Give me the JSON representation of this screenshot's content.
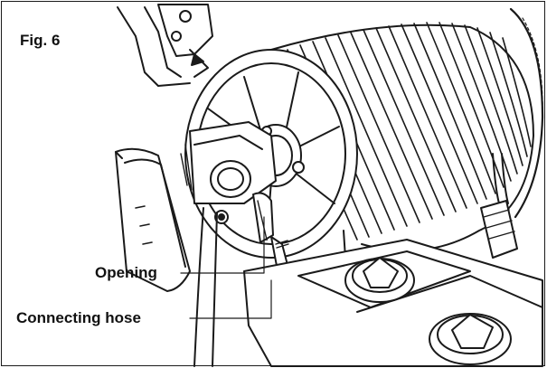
{
  "figure": {
    "label": "Fig. 6",
    "callouts": {
      "opening": "Opening",
      "hose": "Connecting hose"
    }
  },
  "colors": {
    "ink": "#111111",
    "paper": "#ffffff",
    "shade": "#d9d9d9"
  }
}
